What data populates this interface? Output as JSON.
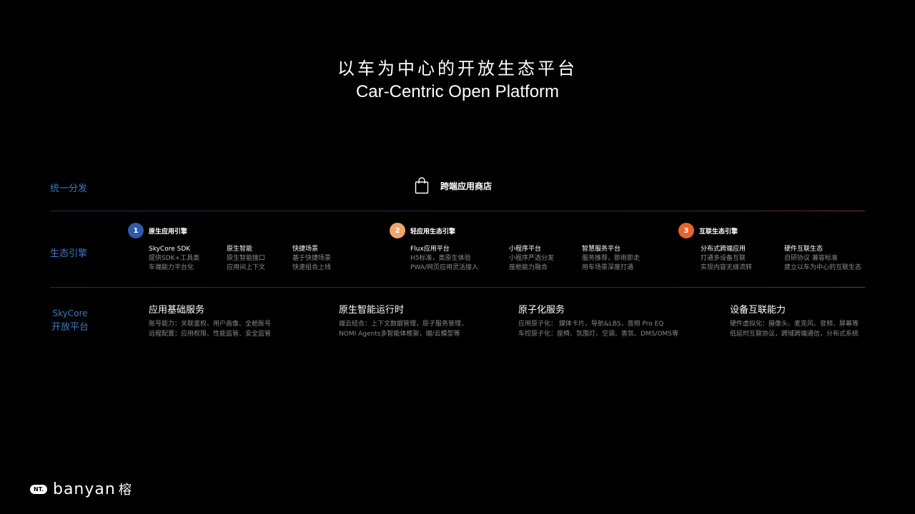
{
  "header": {
    "title_cn": "以车为中心的开放生态平台",
    "title_en": "Car-Centric Open Platform"
  },
  "rows": {
    "distribution_label": "统一分发",
    "engine_label": "生态引擎",
    "skycore_label_1": "SkyCore",
    "skycore_label_2": "开放平台"
  },
  "store": {
    "label": "跨端应用商店",
    "icon": "shopping-bag-icon"
  },
  "engines": [
    {
      "number": "1",
      "title": "原生应用引擎",
      "color": "#2f5aa8",
      "columns": [
        {
          "heading": "SkyCore SDK",
          "lines": [
            "提供SDK+工具类",
            "车端能力平台化"
          ]
        },
        {
          "heading": "原生智能",
          "lines": [
            "原生智能接口",
            "应用间上下文"
          ]
        },
        {
          "heading": "快捷场景",
          "lines": [
            "基于快捷场景",
            "快速组合上线"
          ]
        }
      ]
    },
    {
      "number": "2",
      "title": "轻应用生态引擎",
      "color": "#f0a56a",
      "columns": [
        {
          "heading": "Flux应用平台",
          "lines": [
            "H5标准，类原生体验",
            "PWA/网页应用灵活接入"
          ]
        },
        {
          "heading": "小程序平台",
          "lines": [
            "小程序严选分发",
            "座舱能力融合"
          ]
        },
        {
          "heading": "智慧服务平台",
          "lines": [
            "服务推荐，即用即走",
            "用车场景深度打通"
          ]
        }
      ]
    },
    {
      "number": "3",
      "title": "互联生态引擎",
      "color": "#e8632b",
      "columns": [
        {
          "heading": "分布式跨端应用",
          "lines": [
            "打通多设备互联",
            "实现内容无缝流转"
          ]
        },
        {
          "heading": "硬件互联生态",
          "lines": [
            "自研协议 兼容标准",
            "建立以车为中心的互联生态"
          ]
        }
      ]
    }
  ],
  "services": [
    {
      "title": "应用基础服务",
      "lines": [
        "账号能力：关联鉴权、用户画像、全舱账号",
        "远程配置：应用权限、性能监管、安全监管"
      ]
    },
    {
      "title": "原生智能运行时",
      "lines": [
        "端云结合：上下文数据管理，原子服务管理，",
        "NOMI Agents多智能体框架，端/云模型等"
      ]
    },
    {
      "title": "原子化服务",
      "lines": [
        "应用原子化： 媒体卡片，导航&LBS，音频 Pro EQ",
        "车控原子化：座椅、氛围灯、空调、香氛、DMS/OMS等"
      ]
    },
    {
      "title": "设备互联能力",
      "lines": [
        "硬件虚拟化：摄像头、麦克风、音频、屏幕等",
        "低延时互联协议，跨域跨端通信，分布式系统"
      ]
    }
  ],
  "footer": {
    "badge": "NT.",
    "brand": "banyan",
    "brand_cn": "榕"
  }
}
